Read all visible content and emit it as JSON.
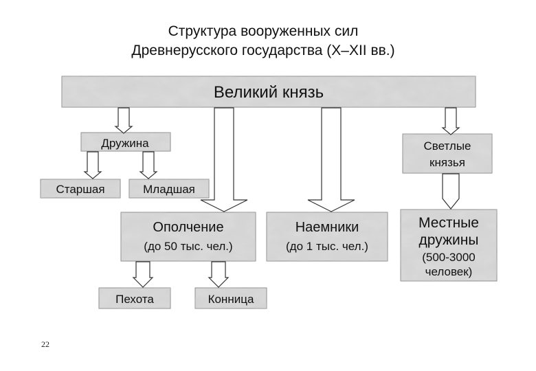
{
  "title": {
    "line1": "Структура вооруженных сил",
    "line2": "Древнерусского государства (X–XII вв.)"
  },
  "nodes": {
    "grand_prince": "Великий  князь",
    "druzhina": "Дружина",
    "senior": "Старшая",
    "junior": "Младшая",
    "princes": {
      "line1": "Светлые",
      "line2": "князья"
    },
    "militia": {
      "line1": "Ополчение",
      "line2": "(до 50 тыс. чел.)"
    },
    "mercenaries": {
      "line1": "Наемники",
      "line2": "(до 1 тыс. чел.)"
    },
    "local": {
      "line1": "Местные",
      "line2": "дружины",
      "line3": "(500-3000",
      "line4": "человек)"
    },
    "infantry": "Пехота",
    "cavalry": "Конница"
  },
  "slide_number": "22",
  "colors": {
    "box_fill": "#d9d9d9",
    "box_fill_light": "#e8e8e8",
    "box_stroke": "#8a8a8a",
    "arrow_fill": "#ffffff",
    "arrow_stroke": "#333333"
  }
}
